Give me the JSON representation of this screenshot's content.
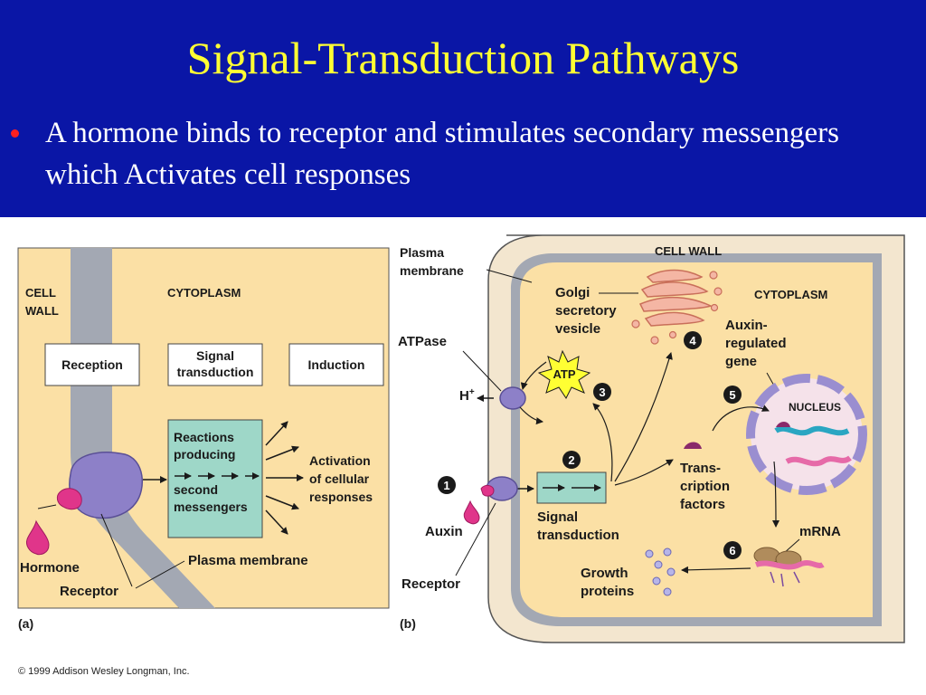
{
  "slide": {
    "title": "Signal-Transduction Pathways",
    "bullet": "A hormone binds to receptor and stimulates secondary messengers which Activates cell responses"
  },
  "panel_a": {
    "cell_wall": [
      "CELL",
      "WALL"
    ],
    "cytoplasm": "CYTOPLASM",
    "reception": "Reception",
    "signal_transduction": [
      "Signal",
      "transduction"
    ],
    "induction": "Induction",
    "reactions": [
      "Reactions",
      "producing",
      "second",
      "messengers"
    ],
    "activation": [
      "Activation",
      "of cellular",
      "responses"
    ],
    "plasma_membrane": "Plasma membrane",
    "hormone": "Hormone",
    "receptor": "Receptor",
    "panel_label": "(a)"
  },
  "panel_b": {
    "plasma_membrane": [
      "Plasma",
      "membrane"
    ],
    "cell_wall": "CELL WALL",
    "cytoplasm": "CYTOPLASM",
    "golgi": [
      "Golgi",
      "secretory",
      "vesicle"
    ],
    "atpase": "ATPase",
    "atp": "ATP",
    "h_plus": "H",
    "h_plus_sup": "+",
    "auxin_gene": [
      "Auxin-",
      "regulated",
      "gene"
    ],
    "nucleus": "NUCLEUS",
    "transcription_factors": [
      "Trans-",
      "cription",
      "factors"
    ],
    "signal_transduction": [
      "Signal",
      "transduction"
    ],
    "auxin": "Auxin",
    "receptor": "Receptor",
    "mrna": "mRNA",
    "growth_proteins": [
      "Growth",
      "proteins"
    ],
    "steps": [
      "1",
      "2",
      "3",
      "4",
      "5",
      "6"
    ],
    "panel_label": "(b)"
  },
  "copyright": "© 1999 Addison Wesley Longman, Inc.",
  "colors": {
    "background": "#0a16a6",
    "title": "#ffff33",
    "bullet": "#ff2020",
    "cytoplasm": "#fbe0a5",
    "membrane": "#9aa0ad",
    "protein": "#8d80c8",
    "hormone": "#e0358a",
    "box_green": "#9ed7c8"
  }
}
